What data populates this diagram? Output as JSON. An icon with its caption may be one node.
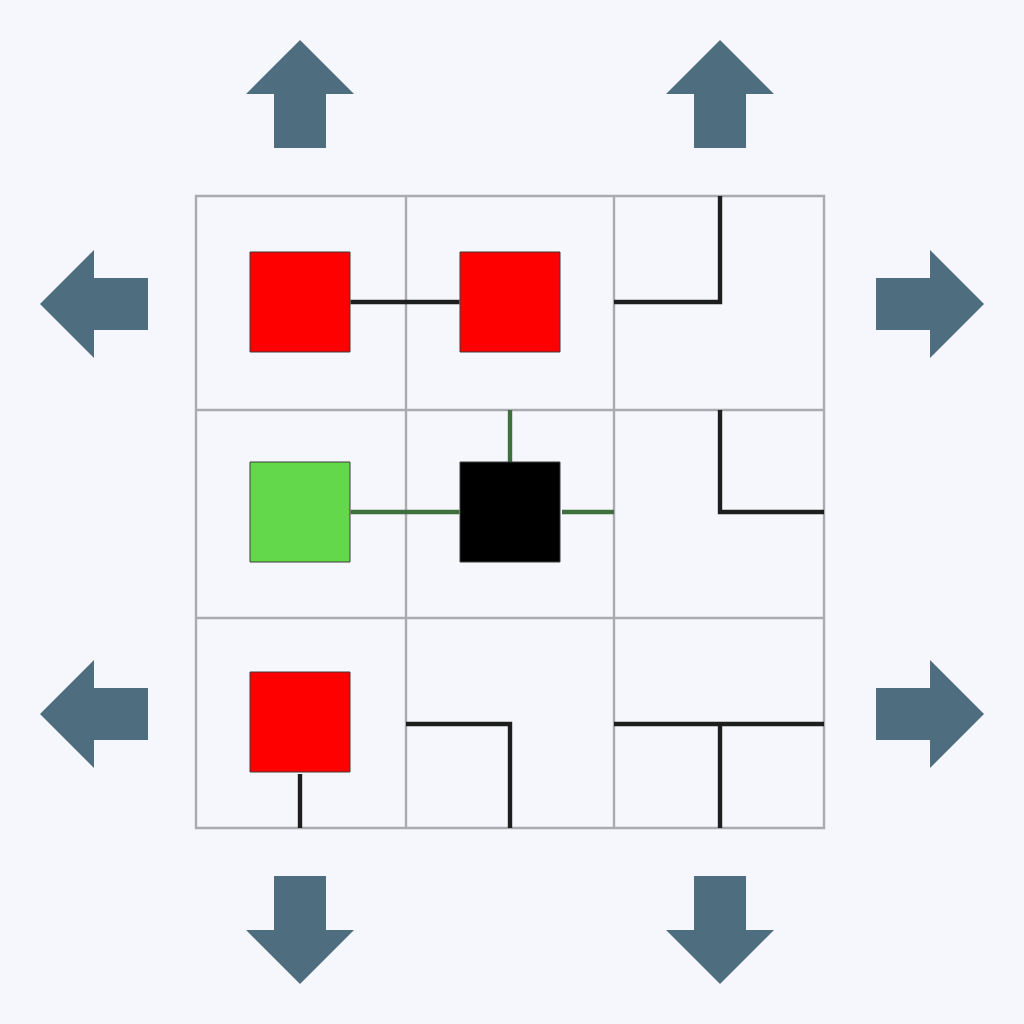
{
  "diagram": {
    "nodes": [
      {
        "text": [],
        "shape": "box"
      },
      {
        "text": [],
        "shape": "box"
      },
      {
        "text": [],
        "shape": "box"
      },
      {
        "text": [],
        "shape": "box"
      },
      {
        "text": [],
        "shape": "box"
      }
    ],
    "edges": [
      {
        "from": 0,
        "to": 1,
        "arrow": "none"
      },
      {
        "from": 2,
        "to": 3,
        "arrow": "none",
        "color": "#3f6e3f"
      }
    ]
  }
}
